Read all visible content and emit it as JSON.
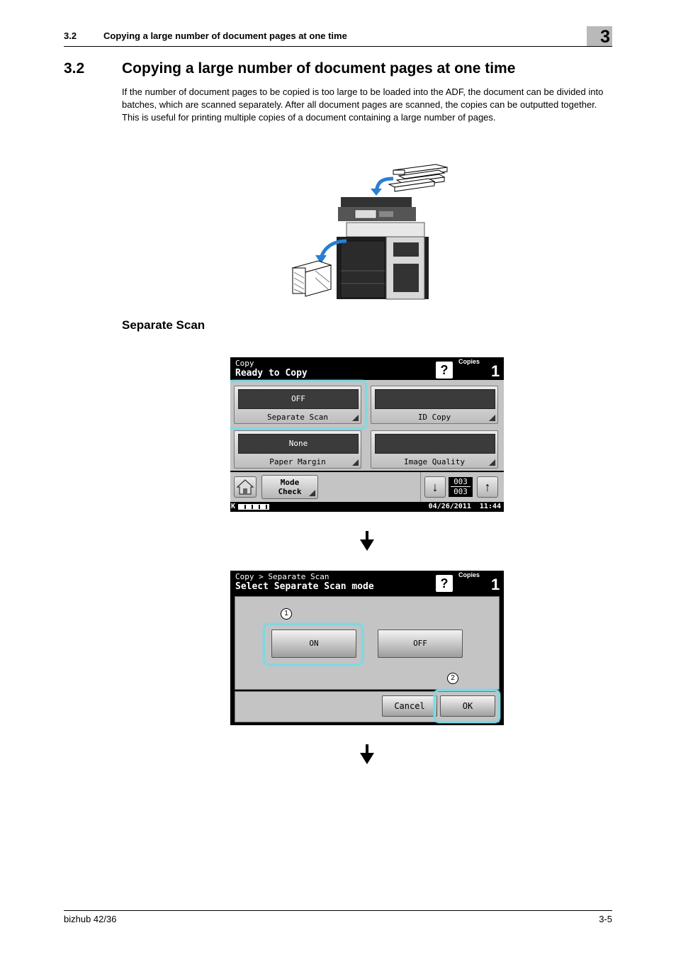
{
  "header": {
    "section_number": "3.2",
    "section_title": "Copying a large number of document pages at one time",
    "chapter_number": "3"
  },
  "section": {
    "number": "3.2",
    "title": "Copying a large number of document pages at one time",
    "intro": "If the number of document pages to be copied is too large to be loaded into the ADF, the document can be divided into batches, which are scanned separately. After all document pages are scanned, the copies can be outputted together. This is useful for printing multiple copies of a document containing a large number of pages."
  },
  "subsection": {
    "title": "Separate Scan"
  },
  "screen1": {
    "title_line1": "Copy",
    "title_line2": "Ready to Copy",
    "help_label": "?",
    "copies_label": "Copies",
    "copies_value": "1",
    "buttons": [
      {
        "value": "OFF",
        "label": "Separate Scan"
      },
      {
        "value": "",
        "label": "ID Copy"
      },
      {
        "value": "None",
        "label": "Paper Margin"
      },
      {
        "value": "",
        "label": "Image Quality"
      }
    ],
    "mode_check_line1": "Mode",
    "mode_check_line2": "Check",
    "page_top": "003",
    "page_bottom": "003",
    "status_k": "K",
    "datetime": "04/26/2011  11:44"
  },
  "screen2": {
    "title_line1": "Copy > Separate Scan",
    "title_line2": "Select Separate Scan mode",
    "help_label": "?",
    "copies_label": "Copies",
    "copies_value": "1",
    "on_label": "ON",
    "off_label": "OFF",
    "cancel_label": "Cancel",
    "ok_label": "OK",
    "callout1": "1",
    "callout2": "2"
  },
  "footer": {
    "product": "bizhub 42/36",
    "page": "3-5"
  }
}
